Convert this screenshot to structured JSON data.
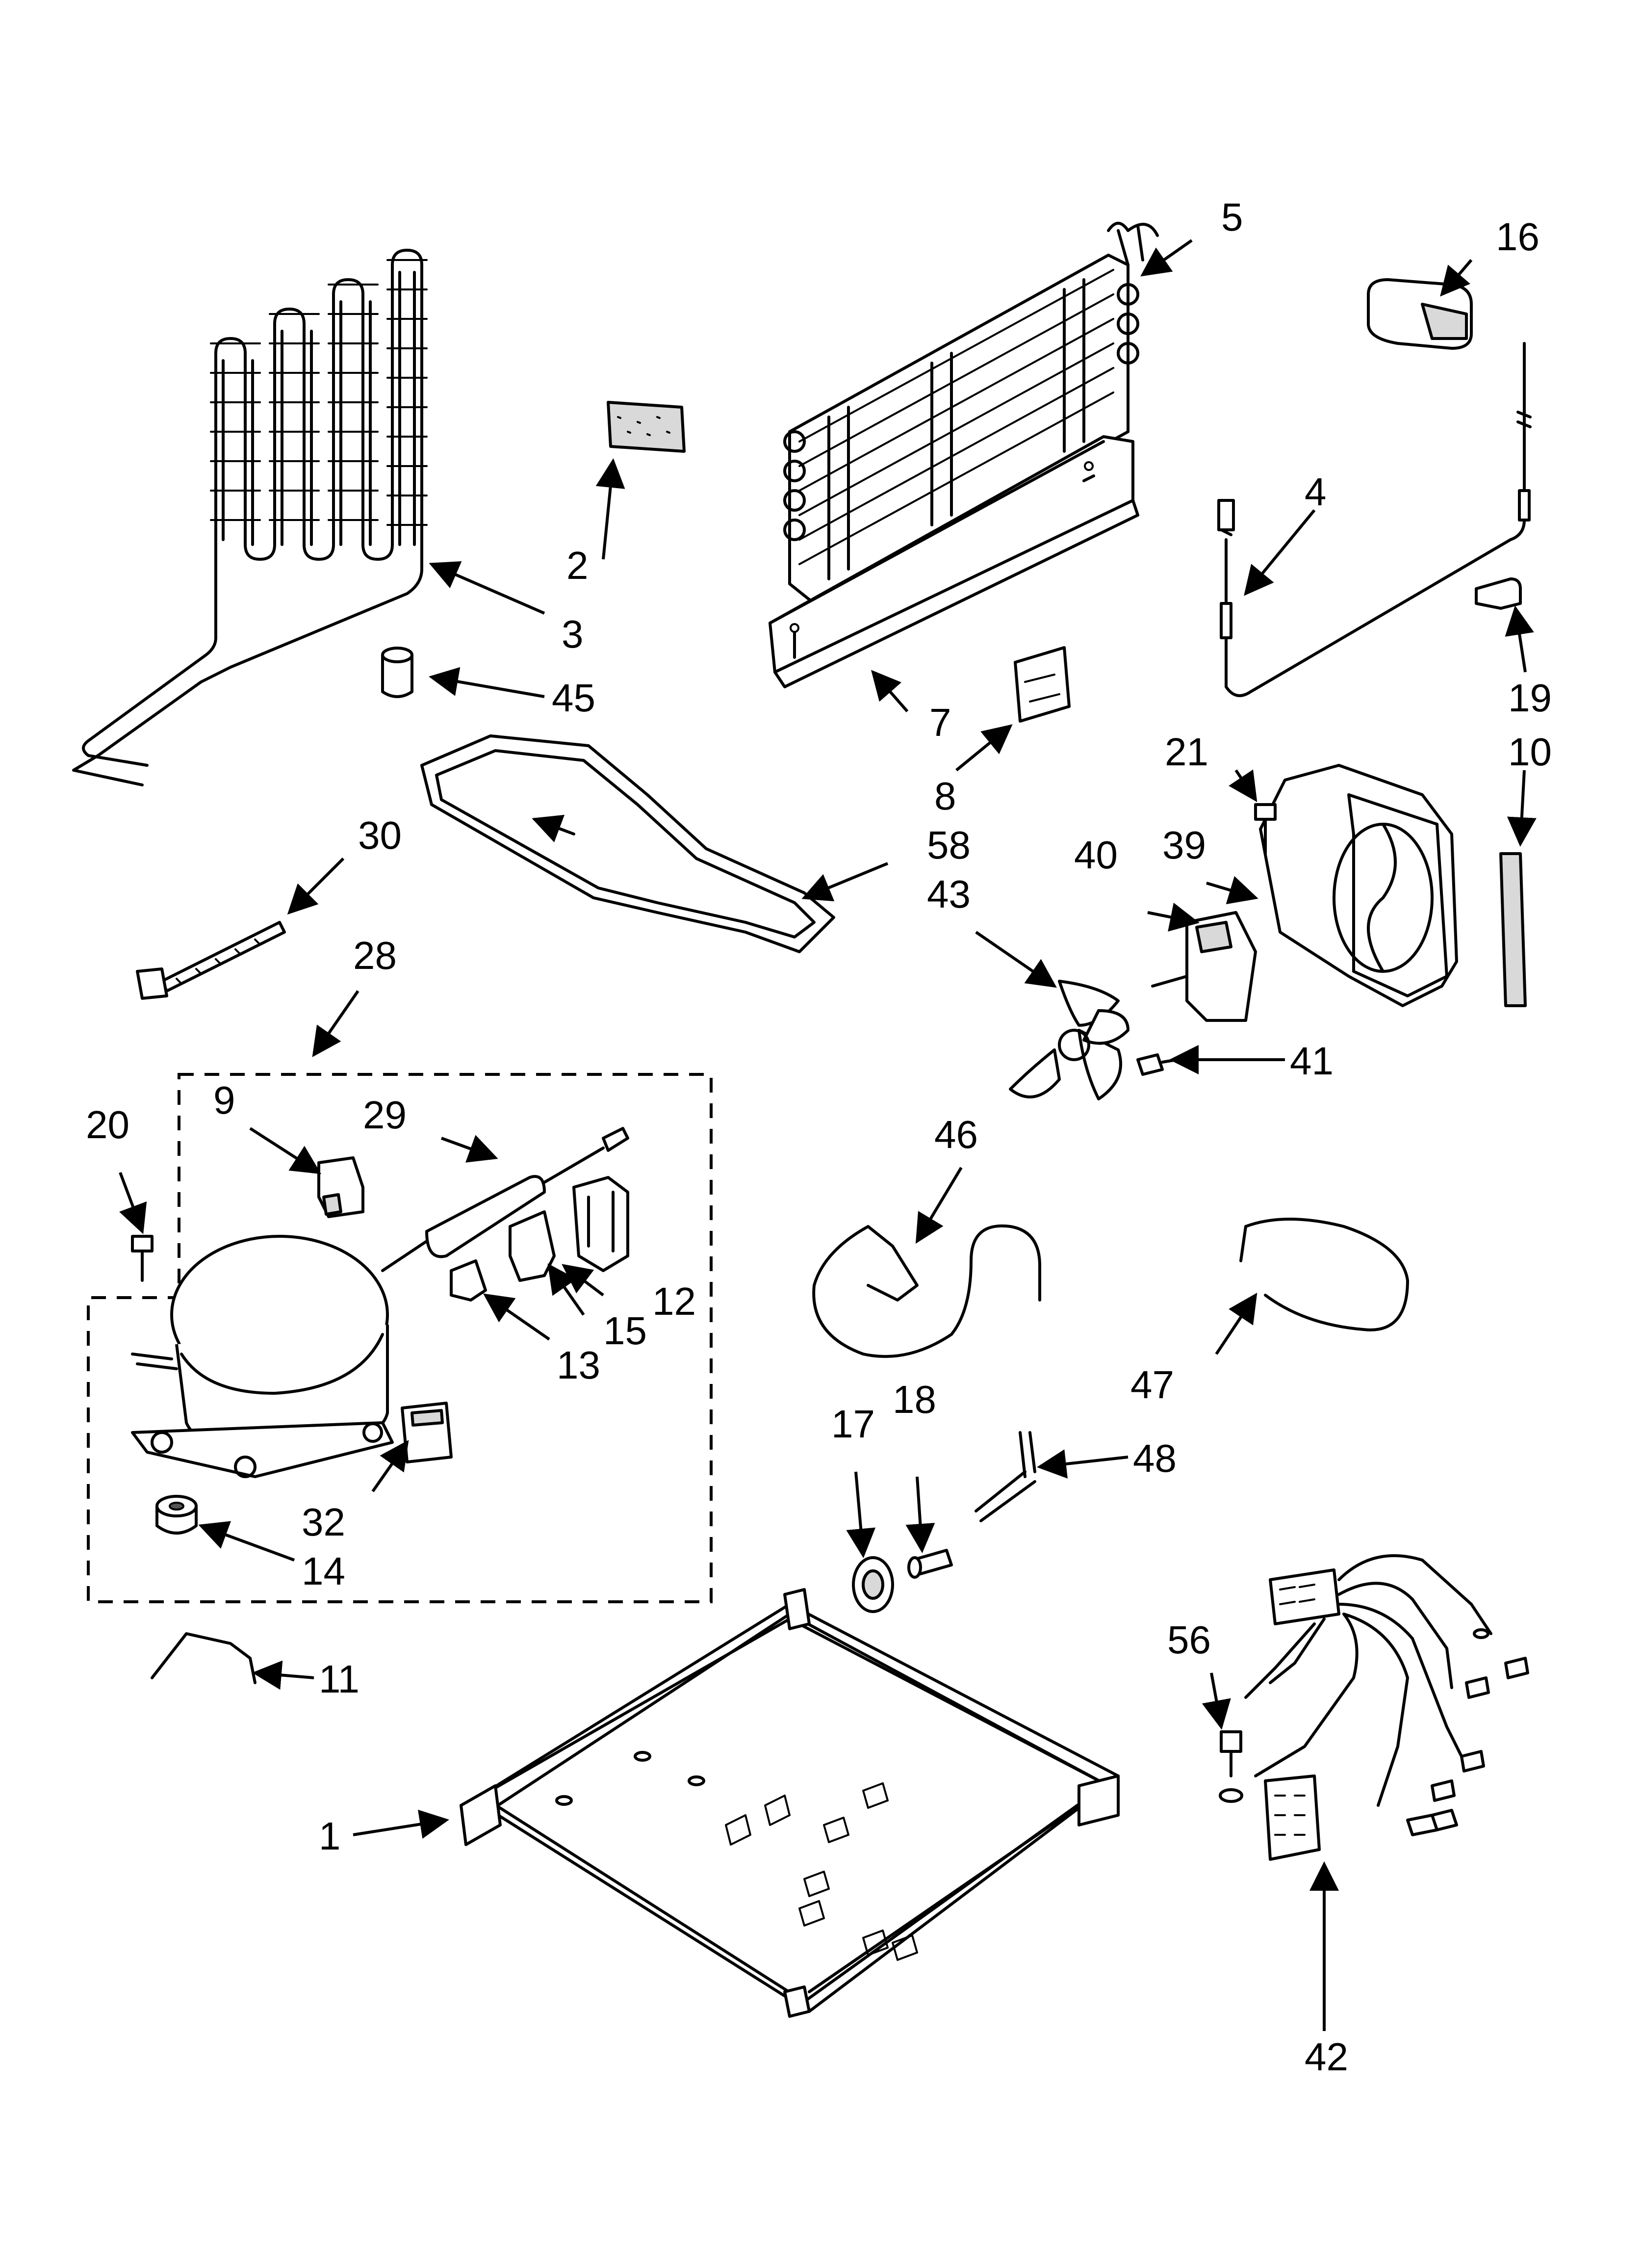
{
  "labels": {
    "p1": "1",
    "p2": "2",
    "p3": "3",
    "p4": "4",
    "p5": "5",
    "p7": "7",
    "p8": "8",
    "p9": "9",
    "p10": "10",
    "p11": "11",
    "p12": "12",
    "p13": "13",
    "p14": "14",
    "p15": "15",
    "p16": "16",
    "p17": "17",
    "p18": "18",
    "p19": "19",
    "p20": "20",
    "p21": "21",
    "p28": "28",
    "p29": "29",
    "p30": "30",
    "p32": "32",
    "p39": "39",
    "p40": "40",
    "p41": "41",
    "p42": "42",
    "p43": "43",
    "p45": "45",
    "p46": "46",
    "p47": "47",
    "p48": "48",
    "p56": "56",
    "p58": "58"
  },
  "colors": {
    "line": "#000000",
    "background": "#ffffff",
    "shade": "#d9d9d9"
  }
}
